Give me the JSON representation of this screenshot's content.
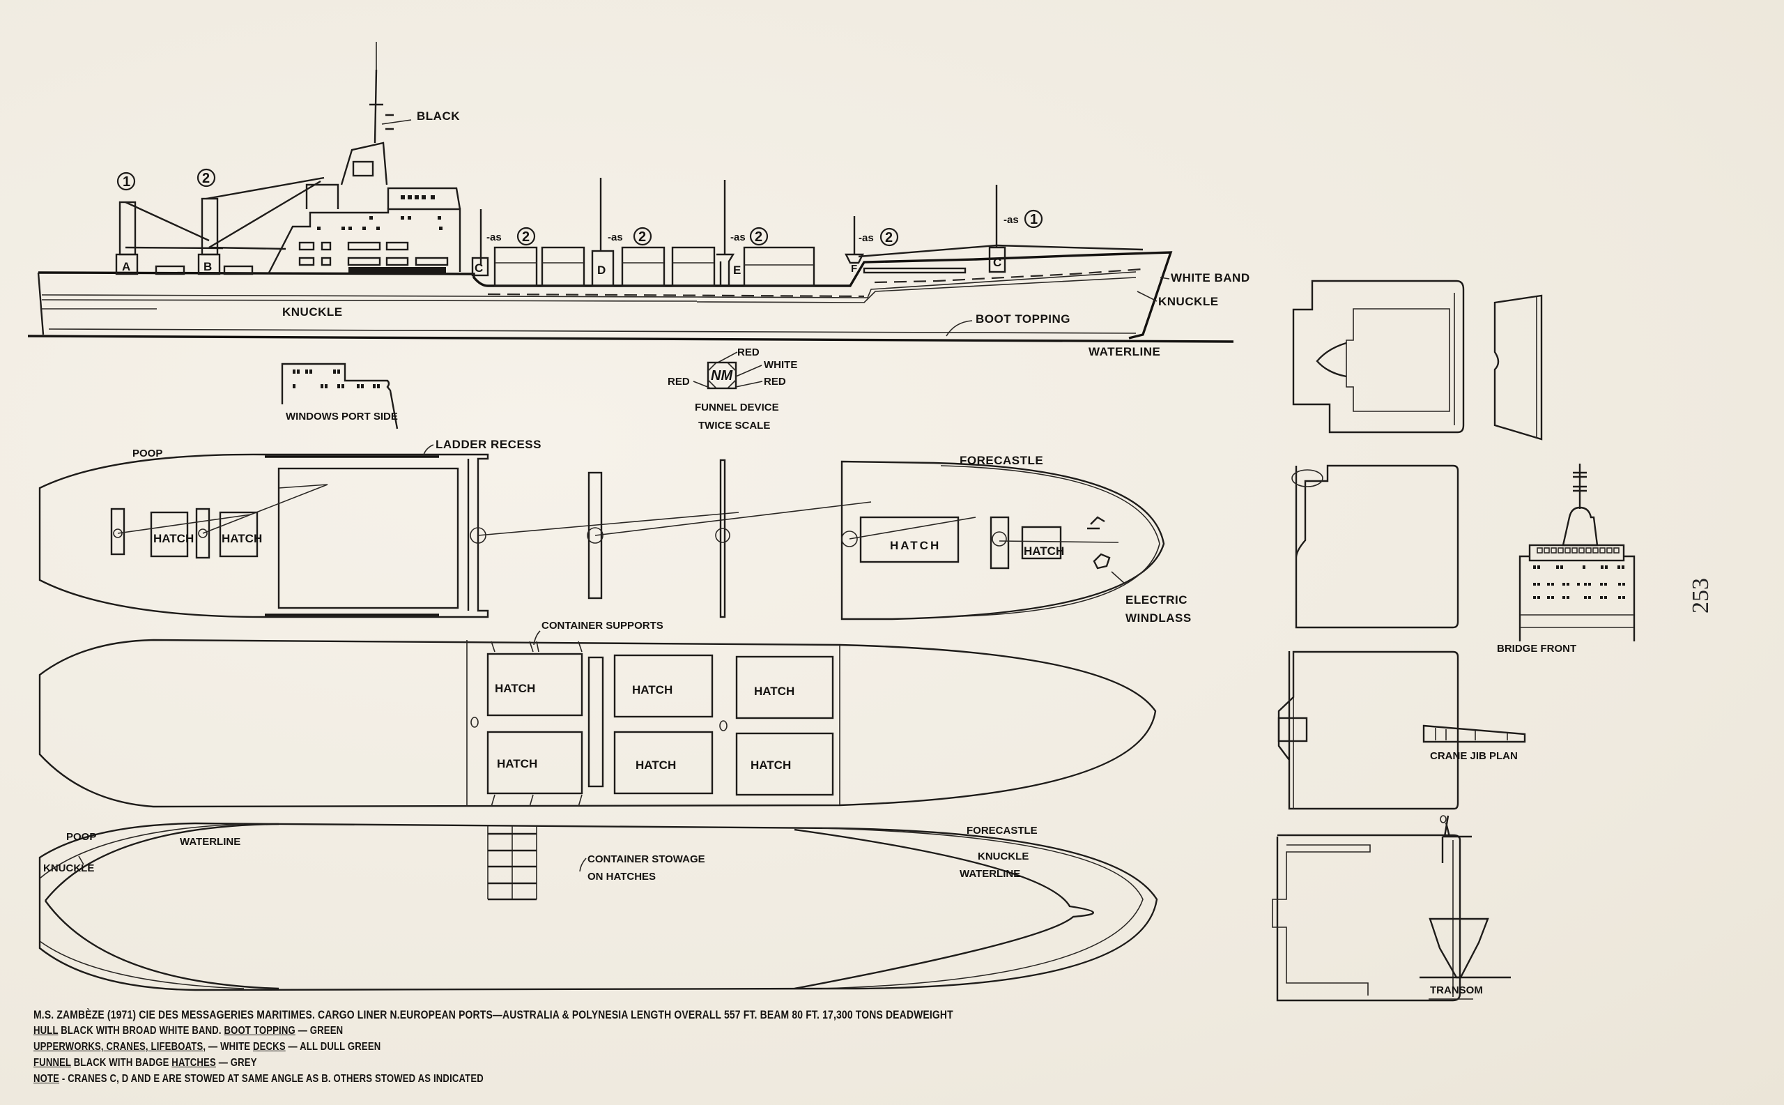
{
  "page_number": "253",
  "profile_view": {
    "labels": {
      "black": "BLACK",
      "knuckle": "KNUCKLE",
      "white_band": "WHITE BAND",
      "knuckle_bow": "KNUCKLE",
      "boot_topping": "BOOT TOPPING",
      "waterline": "WATERLINE"
    },
    "crane_circles": [
      "1",
      "2"
    ],
    "crane_letters": [
      "A",
      "B",
      "C",
      "D",
      "E",
      "F",
      "C"
    ],
    "as_notes": [
      {
        "prefix": "-as",
        "ref": "2"
      },
      {
        "prefix": "-as",
        "ref": "2"
      },
      {
        "prefix": "-as",
        "ref": "2"
      },
      {
        "prefix": "-as",
        "ref": "2"
      },
      {
        "prefix": "-as",
        "ref": "1"
      }
    ]
  },
  "windows_detail": {
    "label": "WINDOWS PORT SIDE"
  },
  "funnel_device": {
    "emblem": "NM",
    "color_labels": [
      "RED",
      "WHITE",
      "RED",
      "RED"
    ],
    "caption_line1": "FUNNEL DEVICE",
    "caption_line2": "TWICE SCALE"
  },
  "deck_plan": {
    "poop": "POOP",
    "ladder_recess": "LADDER RECESS",
    "forecastle": "FORECASTLE",
    "hatches": [
      "HATCH",
      "HATCH",
      "HATCH",
      "HATCH"
    ],
    "electric_windlass_1": "ELECTRIC",
    "electric_windlass_2": "WINDLASS"
  },
  "hold_plan": {
    "container_supports": "CONTAINER SUPPORTS",
    "hatches": [
      "HATCH",
      "HATCH",
      "HATCH",
      "HATCH",
      "HATCH",
      "HATCH"
    ]
  },
  "hull_lines": {
    "poop": "POOP",
    "knuckle_aft": "KNUCKLE",
    "waterline_aft": "WATERLINE",
    "container_stowage_1": "CONTAINER STOWAGE",
    "container_stowage_2": "ON HATCHES",
    "forecastle": "FORECASTLE",
    "knuckle_fwd": "KNUCKLE",
    "waterline_fwd": "WATERLINE"
  },
  "side_details": {
    "bridge_front": "BRIDGE  FRONT",
    "crane_jib_plan": "CRANE JIB PLAN",
    "transom": "TRANSOM"
  },
  "caption": {
    "line1": "M.S. ZAMBÈZE (1971) CIE DES MESSAGERIES MARITIMES. CARGO LINER  N.EUROPEAN PORTS—AUSTRALIA & POLYNESIA LENGTH OVERALL 557 FT. BEAM 80 FT. 17,300 TONS DEADWEIGHT",
    "line2_key1": "HULL",
    "line2_text1": " BLACK WITH BROAD WHITE BAND. ",
    "line2_key2": "BOOT TOPPING",
    "line2_text2": " — GREEN",
    "line3_key1": "UPPERWORKS, CRANES, LIFEBOATS,",
    "line3_text1": " — WHITE  ",
    "line3_key2": "DECKS",
    "line3_text2": " — ALL DULL GREEN",
    "line4_key1": "FUNNEL",
    "line4_text1": "  BLACK WITH BADGE  ",
    "line4_key2": "HATCHES",
    "line4_text2": " — GREY",
    "line5_key1": "NOTE",
    "line5_text1": " - CRANES C, D AND E ARE STOWED AT SAME ANGLE AS B. OTHERS STOWED AS INDICATED"
  }
}
